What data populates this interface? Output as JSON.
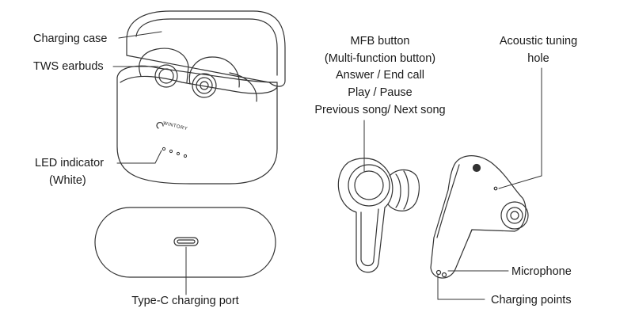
{
  "labels": {
    "charging_case": "Charging case",
    "tws_earbuds": "TWS earbuds",
    "led_indicator": "LED indicator",
    "led_color": "(White)",
    "type_c_port": "Type-C charging port",
    "mfb_title": "MFB button",
    "mfb_subtitle": "(Multi-function button)",
    "mfb_func_1": "Answer / End call",
    "mfb_func_2": "Play / Pause",
    "mfb_func_3": "Previous song/ Next song",
    "acoustic_1": "Acoustic tuning",
    "acoustic_2": "hole",
    "microphone": "Microphone",
    "charging_points": "Charging points",
    "brand": "WINTORY"
  },
  "colors": {
    "line": "#333333",
    "background": "#ffffff"
  }
}
